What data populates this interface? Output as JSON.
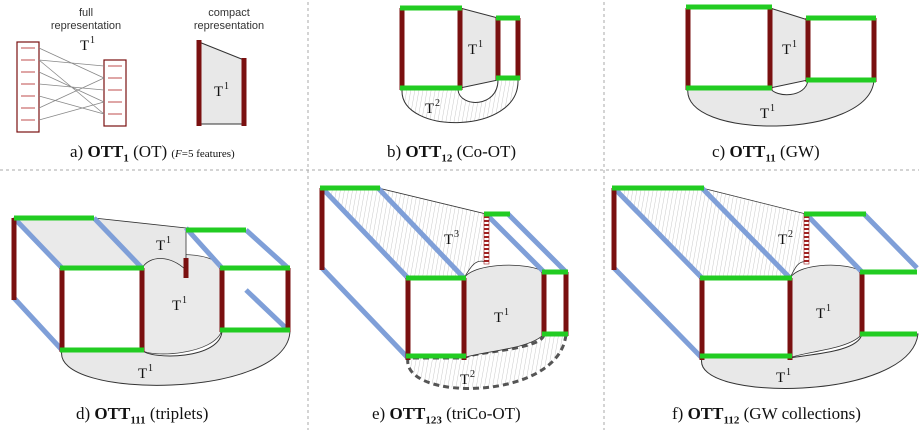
{
  "panel_a": {
    "full_label": [
      "full",
      "representation"
    ],
    "compact_label": [
      "compact",
      "representation"
    ],
    "prefix": "a)",
    "name": "OTT",
    "sub": "1",
    "paren": "(OT)",
    "note_f": "F",
    "note_rest": "=5 features)",
    "note_open": "("
  },
  "panel_b": {
    "prefix": "b)",
    "name": "OTT",
    "sub": "12",
    "paren": "(Co-OT)"
  },
  "panel_c": {
    "prefix": "c)",
    "name": "OTT",
    "sub": "11",
    "paren": "(GW)"
  },
  "panel_d": {
    "prefix": "d)",
    "name": "OTT",
    "sub": "111",
    "paren": "(triplets)"
  },
  "panel_e": {
    "prefix": "e)",
    "name": "OTT",
    "sub": "123",
    "paren": "(triCo-OT)"
  },
  "panel_f": {
    "prefix": "f)",
    "name": "OTT",
    "sub": "112",
    "paren": "(GW collections)"
  },
  "tensor_labels": {
    "T": "T",
    "one": "1",
    "two": "2",
    "three": "3"
  },
  "colors": {
    "dark_red": "#7a1010",
    "green": "#22cc22",
    "blue": "#7f9fd8",
    "fill": "#e8e8e8",
    "dash": "#aaaaaa"
  }
}
